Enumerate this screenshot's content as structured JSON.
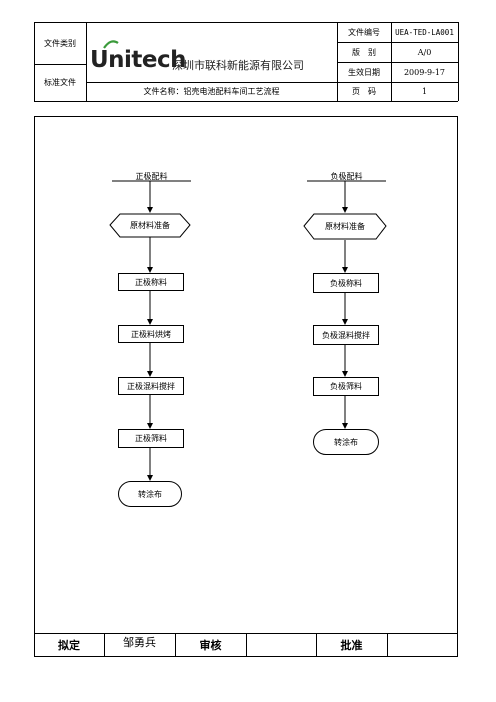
{
  "header": {
    "doc_category_label": "文件类别",
    "doc_category_value": "标准文件",
    "logo_text": "Unitech",
    "company_name": "深圳市联科新能源有限公司",
    "doc_name": "文件名称：铝壳电池配料车间工艺流程",
    "fields": [
      {
        "label": "文件编号",
        "value": "UEA-TED-LA001"
      },
      {
        "label": "版　别",
        "value": "A/0"
      },
      {
        "label": "生效日期",
        "value": "2009-9-17"
      },
      {
        "label": "页　码",
        "value": "1"
      }
    ]
  },
  "flow": {
    "positive": {
      "title": "正极配料",
      "prep": "原材料准备",
      "steps": [
        "正极称料",
        "正极料烘烤",
        "正极混料搅拌",
        "正极筛料"
      ],
      "end": "转涂布"
    },
    "negative": {
      "title": "负极配料",
      "prep": "原材料准备",
      "steps": [
        "负极称料",
        "负极混料搅拌",
        "负极筛料"
      ],
      "end": "转涂布"
    }
  },
  "footer": {
    "draft_label": "拟定",
    "draft_name": "邹勇兵",
    "review_label": "审核",
    "review_name": "",
    "approve_label": "批准",
    "approve_name": ""
  },
  "colors": {
    "line": "#000000",
    "logo_swoosh": "#3a9a3a"
  }
}
